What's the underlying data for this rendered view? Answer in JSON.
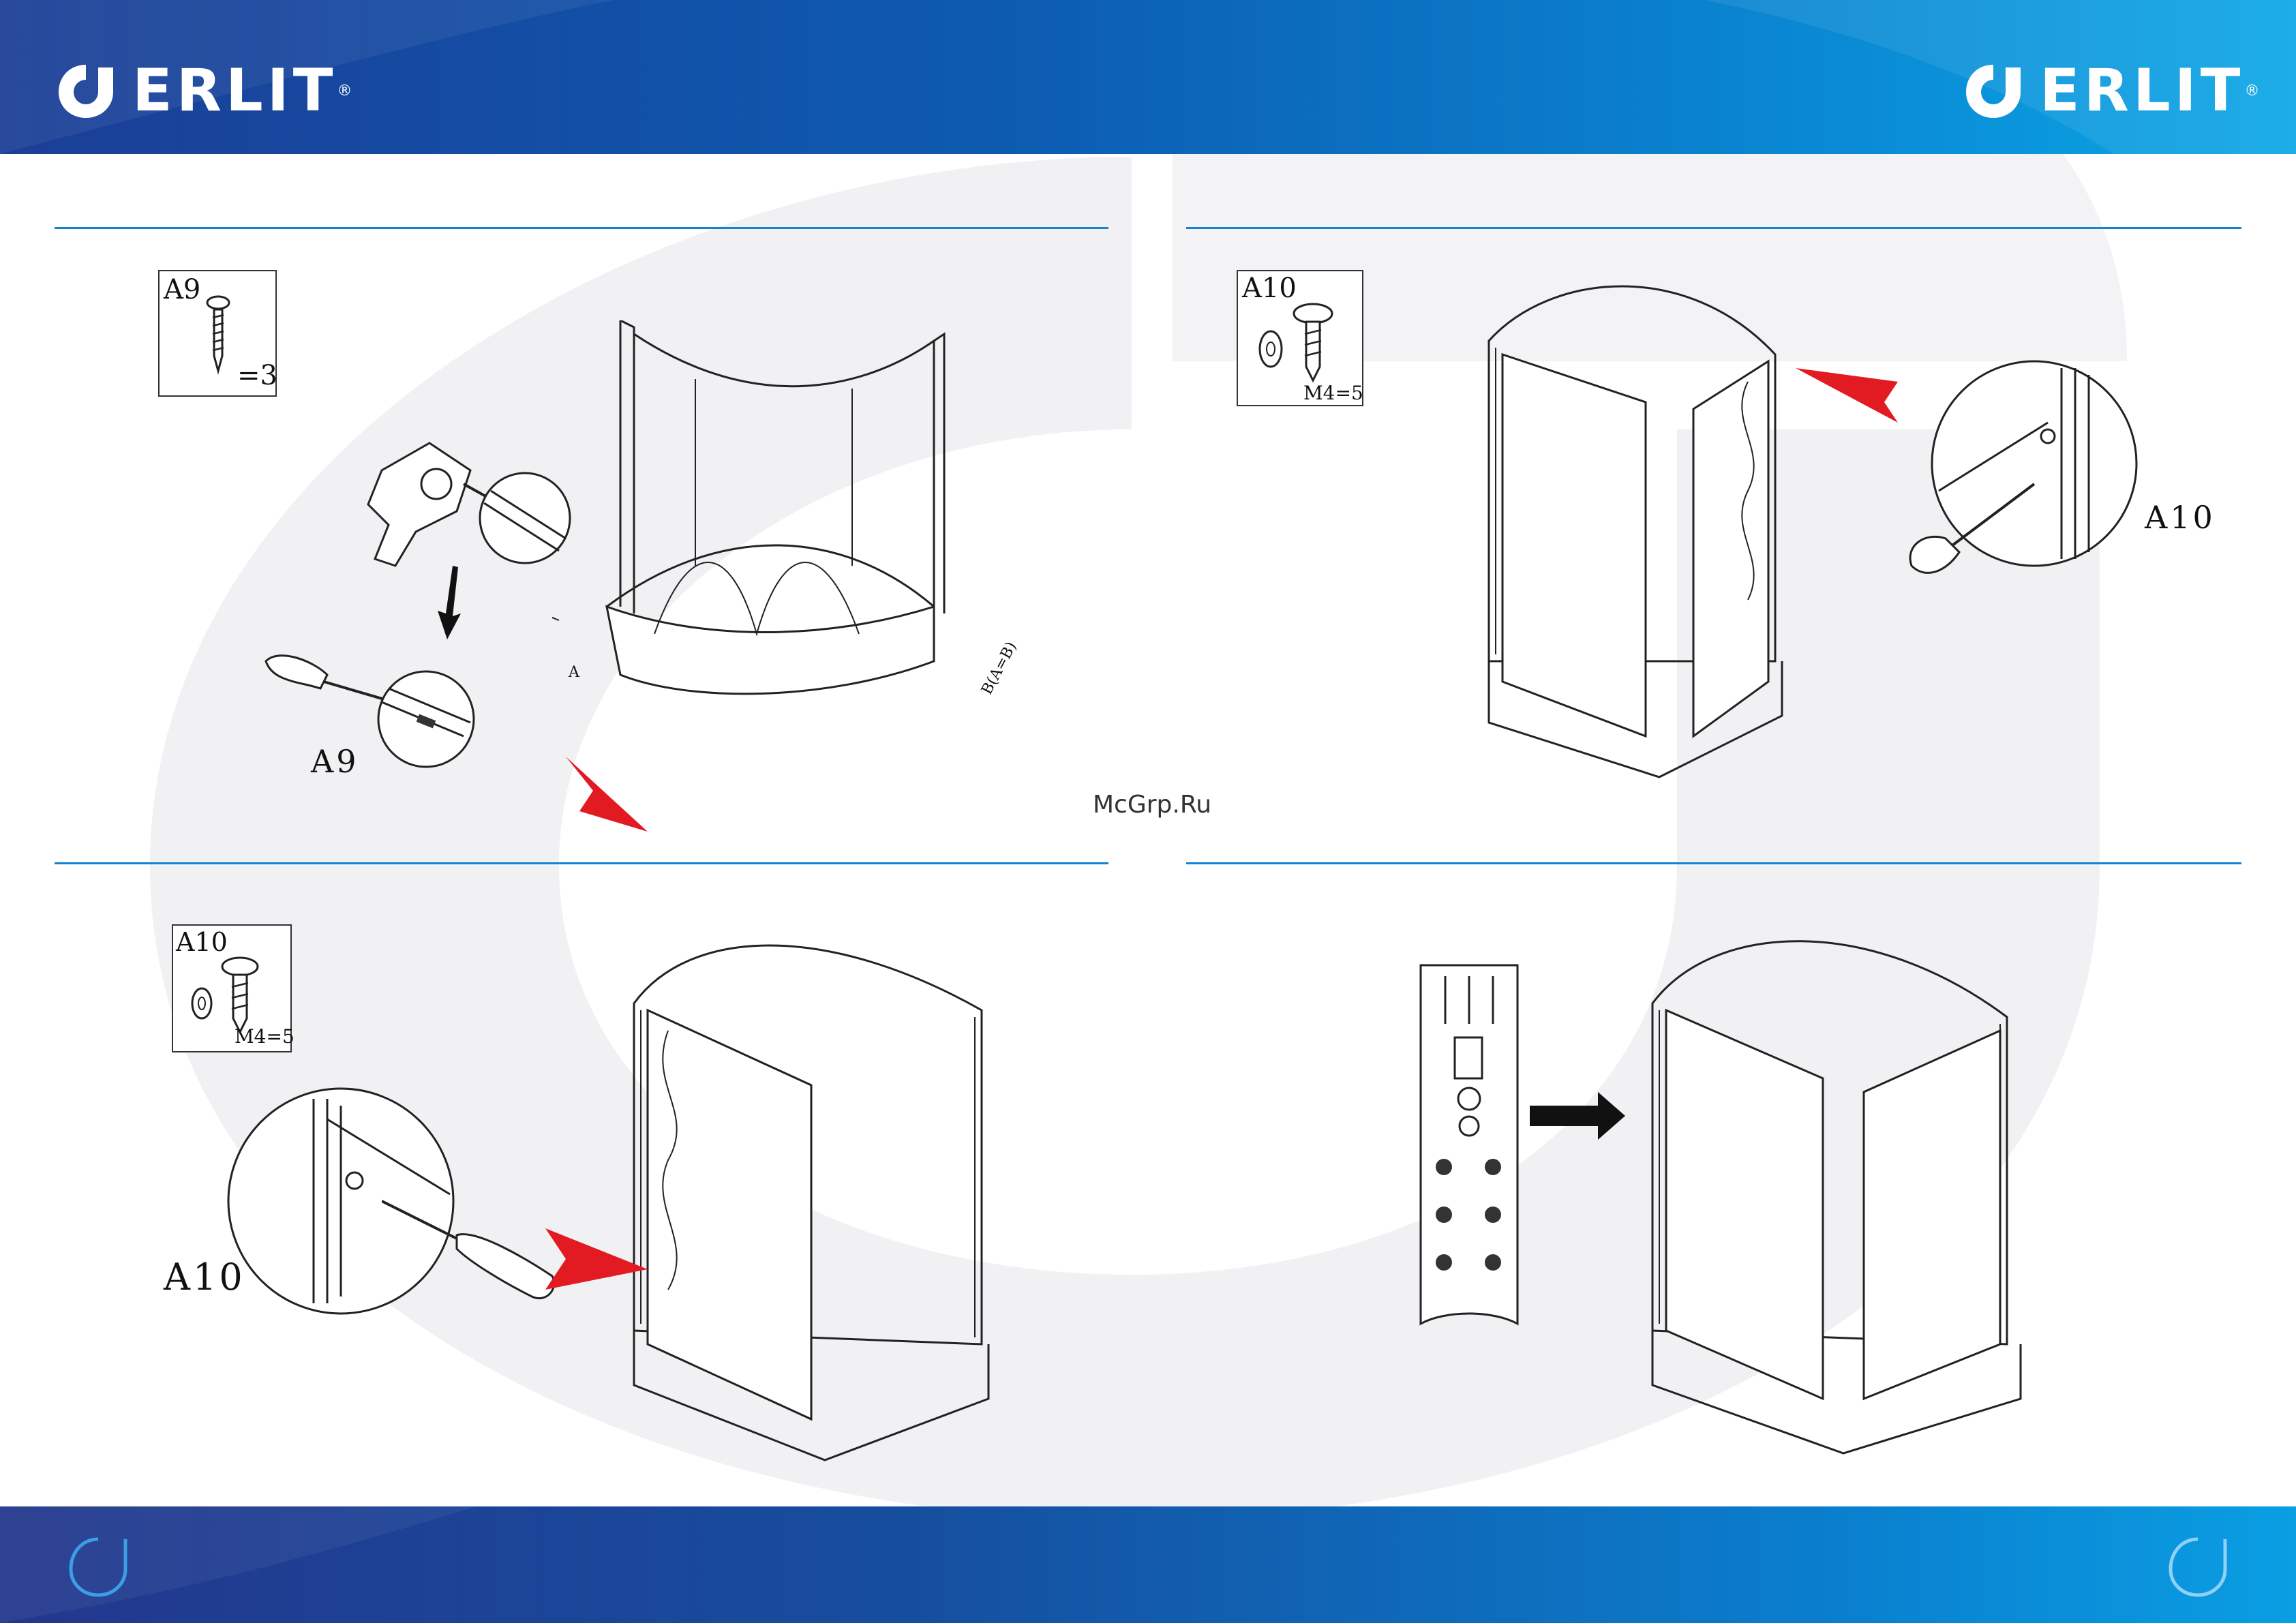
{
  "brand": {
    "name": "ERLIT",
    "registered_mark": "®",
    "primary_color": "#1682d0",
    "header_color_start": "#1c3e96",
    "header_color_end": "#0aa6e6"
  },
  "watermark": "McGrp.Ru",
  "steps": [
    {
      "part": "A9",
      "quantity": "=3",
      "callout": "A9",
      "sub_labels": [
        "A",
        "B(A=B)"
      ]
    },
    {
      "part": "A10",
      "quantity": "M4=5",
      "callout": "A10"
    },
    {
      "part": "A10",
      "quantity": "M4=5",
      "callout": "A10"
    },
    {
      "part": "",
      "quantity": "",
      "callout": ""
    }
  ],
  "icons": {
    "logo": "erlit-logo-icon",
    "footer_mark": "erlit-drop-icon",
    "screw": "screw-icon",
    "washer": "washer-icon",
    "screwdriver": "screwdriver-icon",
    "drill": "drill-icon",
    "arrow": "arrow-icon",
    "pointer": "red-pointer-icon"
  }
}
